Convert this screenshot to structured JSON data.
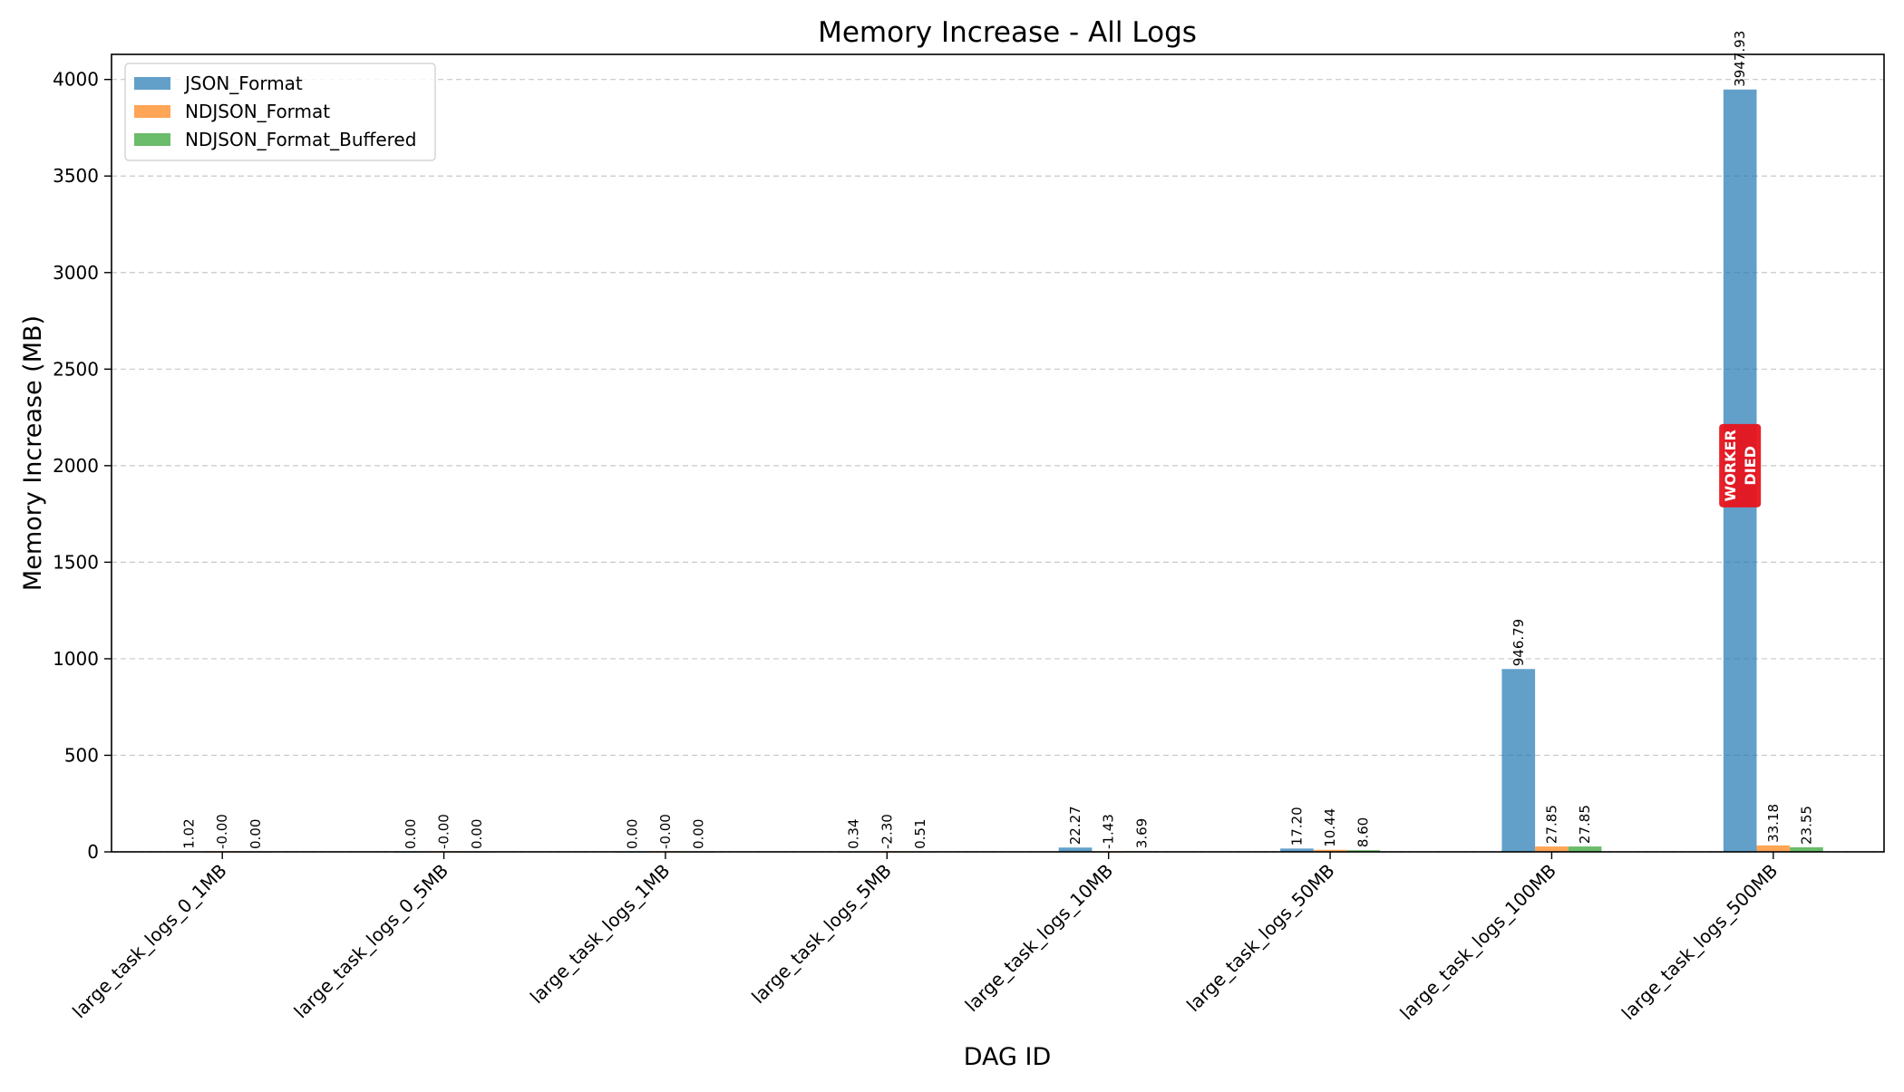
{
  "chart_data": {
    "type": "bar",
    "title": "Memory Increase - All Logs",
    "xlabel": "DAG ID",
    "ylabel": "Memory Increase (MB)",
    "ylim": [
      0,
      4130
    ],
    "yticks": [
      0,
      500,
      1000,
      1500,
      2000,
      2500,
      3000,
      3500,
      4000
    ],
    "grid": "horizontal dashed",
    "legend_position": "upper-left",
    "categories": [
      "large_task_logs_0_1MB",
      "large_task_logs_0_5MB",
      "large_task_logs_1MB",
      "large_task_logs_5MB",
      "large_task_logs_10MB",
      "large_task_logs_50MB",
      "large_task_logs_100MB",
      "large_task_logs_500MB"
    ],
    "series": [
      {
        "name": "JSON_Format",
        "color": "#1f77b4",
        "values": [
          1.02,
          0.0,
          0.0,
          0.34,
          22.27,
          17.2,
          946.79,
          3947.93
        ],
        "labels": [
          "1.02",
          "0.00",
          "0.00",
          "0.34",
          "22.27",
          "17.20",
          "946.79",
          "3947.93"
        ]
      },
      {
        "name": "NDJSON_Format",
        "color": "#ff7f0e",
        "values": [
          0.0,
          0.0,
          0.0,
          -2.3,
          -1.43,
          10.44,
          27.85,
          33.18
        ],
        "labels": [
          "-0.00",
          "-0.00",
          "-0.00",
          "-2.30",
          "-1.43",
          "10.44",
          "27.85",
          "33.18"
        ]
      },
      {
        "name": "NDJSON_Format_Buffered",
        "color": "#2ca02c",
        "values": [
          0.0,
          0.0,
          0.0,
          0.51,
          3.69,
          8.6,
          27.85,
          23.55
        ],
        "labels": [
          "0.00",
          "0.00",
          "0.00",
          "0.51",
          "3.69",
          "8.60",
          "27.85",
          "23.55"
        ]
      }
    ],
    "annotations": [
      {
        "text": "WORKER\nDIED",
        "category_index": 7,
        "series_index": 0,
        "y": 2000,
        "box_color": "#e8141c"
      }
    ]
  }
}
